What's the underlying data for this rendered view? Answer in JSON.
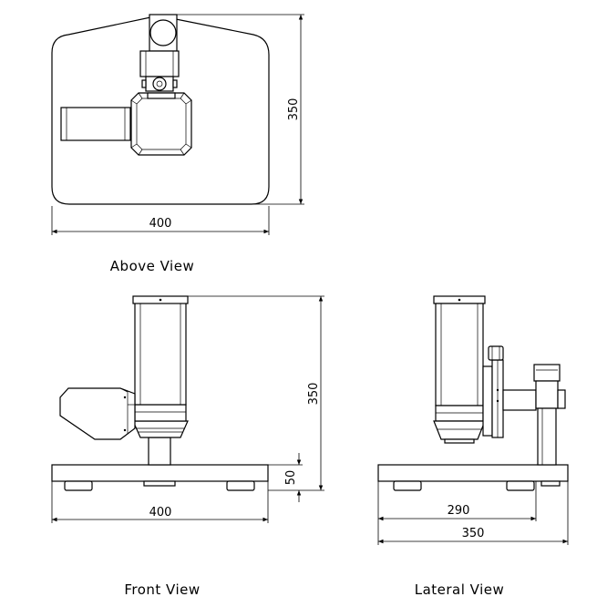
{
  "views": {
    "above": {
      "caption": "Above View",
      "dim_width": "400",
      "dim_depth": "350"
    },
    "front": {
      "caption": "Front View",
      "dim_width": "400",
      "dim_height": "350",
      "dim_base": "50"
    },
    "lateral": {
      "caption": "Lateral View",
      "dim_inner": "290",
      "dim_depth": "350"
    }
  }
}
